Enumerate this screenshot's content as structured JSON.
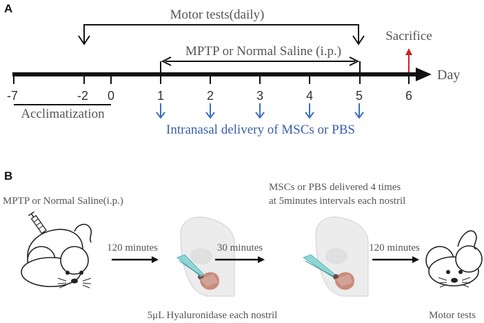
{
  "panel_a": {
    "letter": "A",
    "motor_tests_label": "Motor  tests(daily)",
    "mptp_label": "MPTP or Normal Saline (i.p.)",
    "sacrifice_label": "Sacrifice",
    "day_label": "Day",
    "acclimatization_label": "Acclimatization",
    "delivery_label": "Intranasal delivery of MSCs or PBS",
    "ticks": [
      "-7",
      "-2",
      "0",
      "1",
      "2",
      "3",
      "4",
      "5",
      "6"
    ],
    "colors": {
      "axis": "#111111",
      "blue_arrow": "#3a6fbf",
      "red_arrow": "#cc2222",
      "delivery_text": "#3a5ea8"
    }
  },
  "panel_b": {
    "letter": "B",
    "mptp_label": "MPTP or Normal Saline(i.p.)",
    "msc_line1": "MSCs or PBS delivered 4 times",
    "msc_line2": "at 5minutes intervals  each nostril",
    "step1_time": "120  minutes",
    "step2_time": "30  minutes",
    "step3_time": "120  minutes",
    "hyaluronidase_label": "5μL Hyaluronidase each nostril",
    "motor_tests_label": "Motor tests"
  }
}
